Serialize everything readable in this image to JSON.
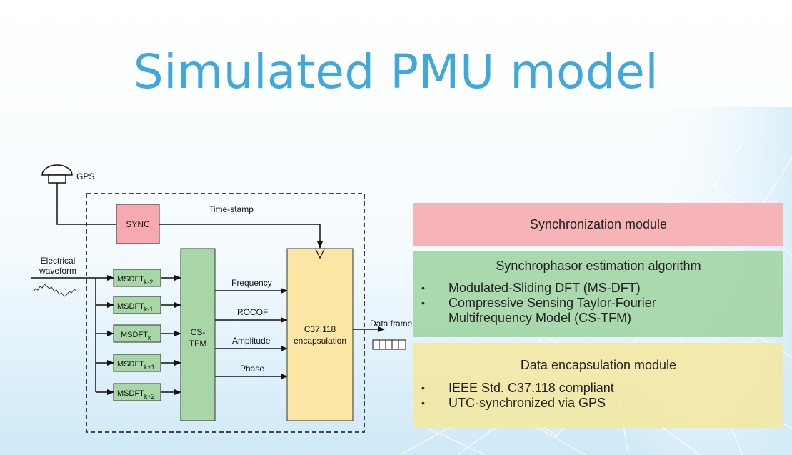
{
  "title": "Simulated PMU model",
  "diagram": {
    "gps_label": "GPS",
    "sync_label": "SYNC",
    "timestamp_label": "Time-stamp",
    "input_label_line1": "Electrical",
    "input_label_line2": "waveform",
    "msdft_base": "MSDFT",
    "msdft_subscripts": [
      "k-2",
      "k-1",
      "k",
      "k+1",
      "k+2"
    ],
    "cstfm_line1": "CS-",
    "cstfm_line2": "TFM",
    "outputs": [
      "Frequency",
      "ROCOF",
      "Amplitude",
      "Phase"
    ],
    "encap_line1": "C37.118",
    "encap_line2": "encapsulation",
    "data_frame_label": "Data frame"
  },
  "panels": {
    "sync_title": "Synchronization module",
    "algo_title": "Synchrophasor estimation algorithm",
    "algo_items": [
      "Modulated-Sliding DFT (MS-DFT)",
      "Compressive Sensing Taylor-Fourier",
      "Multifrequency Model (CS-TFM)"
    ],
    "encap_title": "Data encapsulation module",
    "encap_items": [
      "IEEE Std. C37.118 compliant",
      "UTC-synchronized via GPS"
    ]
  },
  "colors": {
    "title": "#3fa9de",
    "sync_block": "#f6a9b0",
    "msdft_block": "#a9d6a6",
    "cstfm_block": "#a9d6a6",
    "encap_block": "#fbe6a4",
    "panel_sync": "#f6b4b8",
    "panel_algo": "#a3d6a5",
    "panel_encap": "#f4e8a0"
  }
}
